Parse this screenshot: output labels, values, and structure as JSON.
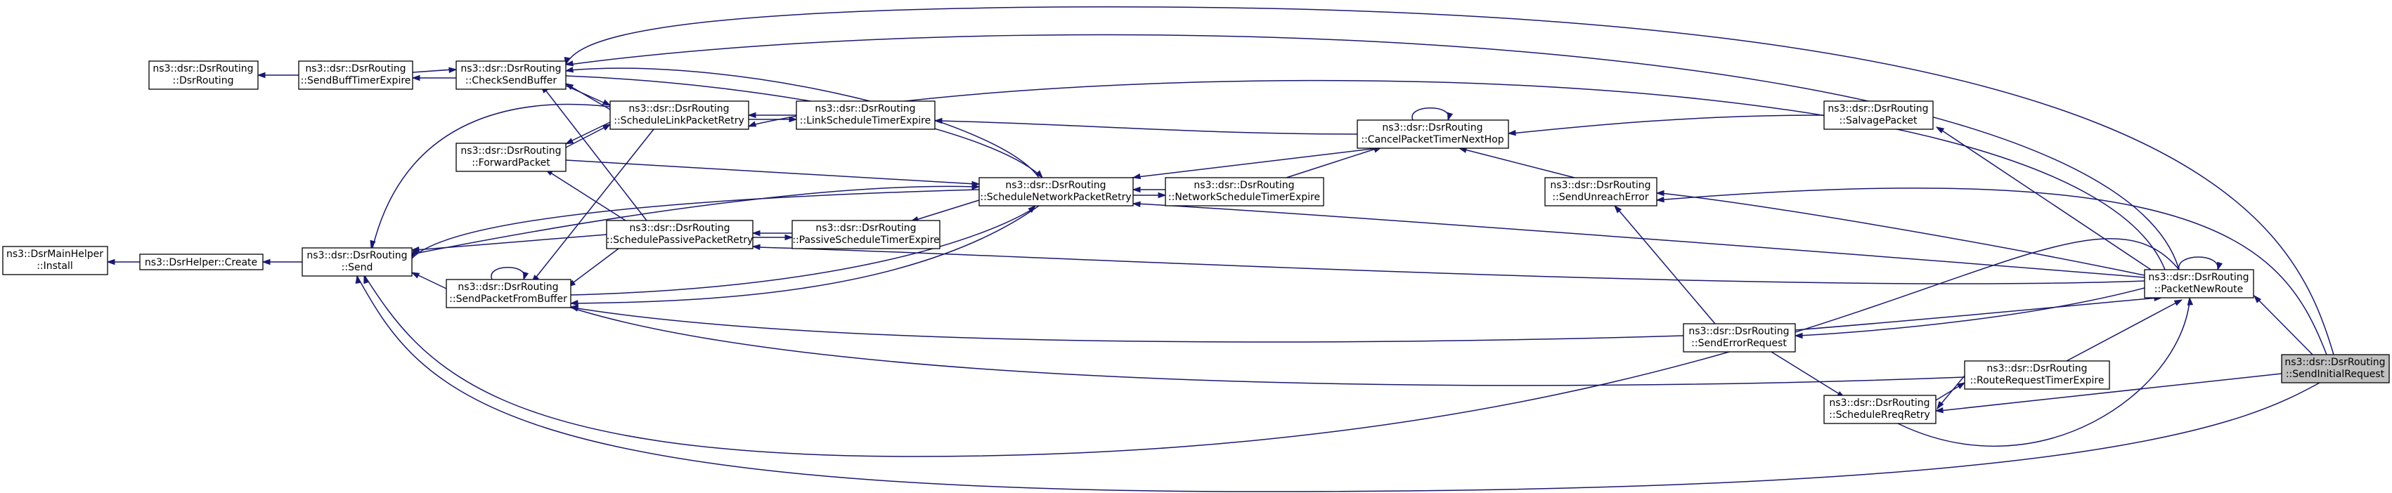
{
  "colors": {
    "edge": "#191970",
    "root_fill": "#bfbfbf",
    "node_border": "#000000"
  },
  "nodes": {
    "install": {
      "line1": "ns3::DsrMainHelper",
      "line2": "::Install"
    },
    "create": {
      "line1": "ns3::DsrHelper::Create",
      "line2": ""
    },
    "send": {
      "line1": "ns3::dsr::DsrRouting",
      "line2": "::Send"
    },
    "dsrRouting": {
      "line1": "ns3::dsr::DsrRouting",
      "line2": "::DsrRouting"
    },
    "sendBuffTimer": {
      "line1": "ns3::dsr::DsrRouting",
      "line2": "::SendBuffTimerExpire"
    },
    "checkSendBuffer": {
      "line1": "ns3::dsr::DsrRouting",
      "line2": "::CheckSendBuffer"
    },
    "forwardPacket": {
      "line1": "ns3::dsr::DsrRouting",
      "line2": "::ForwardPacket"
    },
    "sendFromBuffer": {
      "line1": "ns3::dsr::DsrRouting",
      "line2": "::SendPacketFromBuffer"
    },
    "schedLinkRetry": {
      "line1": "ns3::dsr::DsrRouting",
      "line2": "::ScheduleLinkPacketRetry"
    },
    "schedPassRetry": {
      "line1": "ns3::dsr::DsrRouting",
      "line2": "::SchedulePassivePacketRetry"
    },
    "linkSchedTimer": {
      "line1": "ns3::dsr::DsrRouting",
      "line2": "::LinkScheduleTimerExpire"
    },
    "passSchedTimer": {
      "line1": "ns3::dsr::DsrRouting",
      "line2": "::PassiveScheduleTimerExpire"
    },
    "schedNetRetry": {
      "line1": "ns3::dsr::DsrRouting",
      "line2": "::ScheduleNetworkPacketRetry"
    },
    "netSchedTimer": {
      "line1": "ns3::dsr::DsrRouting",
      "line2": "::NetworkScheduleTimerExpire"
    },
    "cancelTimer": {
      "line1": "ns3::dsr::DsrRouting",
      "line2": "::CancelPacketTimerNextHop"
    },
    "sendUnreach": {
      "line1": "ns3::dsr::DsrRouting",
      "line2": "::SendUnreachError"
    },
    "salvage": {
      "line1": "ns3::dsr::DsrRouting",
      "line2": "::SalvagePacket"
    },
    "sendErrReq": {
      "line1": "ns3::dsr::DsrRouting",
      "line2": "::SendErrorRequest"
    },
    "schedReqRetry": {
      "line1": "ns3::dsr::DsrRouting",
      "line2": "::ScheduleRreqRetry"
    },
    "routeReqTimer": {
      "line1": "ns3::dsr::DsrRouting",
      "line2": "::RouteRequestTimerExpire"
    },
    "packetNewRoute": {
      "line1": "ns3::dsr::DsrRouting",
      "line2": "::PacketNewRoute"
    },
    "sendInitial": {
      "line1": "ns3::dsr::DsrRouting",
      "line2": "::SendInitialRequest"
    }
  }
}
